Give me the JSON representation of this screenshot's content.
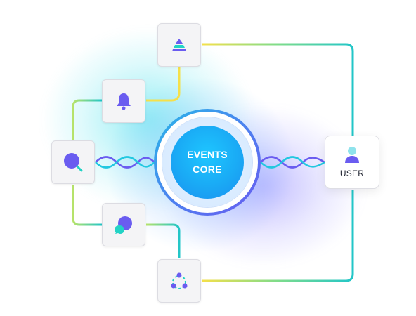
{
  "core": {
    "line1": "EVENTS",
    "line2": "CORE"
  },
  "user_node": {
    "label": "USER"
  },
  "nodes": [
    {
      "icon": "stack-icon"
    },
    {
      "icon": "bell-icon"
    },
    {
      "icon": "search-icon"
    },
    {
      "icon": "chat-icon"
    },
    {
      "icon": "share-network-icon"
    },
    {
      "icon": "user-icon"
    }
  ],
  "colors": {
    "wire_yellow": "#f5e04a",
    "wire_teal": "#22c6c8",
    "wave_violet": "#6a5cf0",
    "wave_cyan": "#22c8e0",
    "core_blue": "#1aaaf5",
    "icon_violet": "#6a5cf0",
    "icon_cyan": "#22d3c5"
  }
}
